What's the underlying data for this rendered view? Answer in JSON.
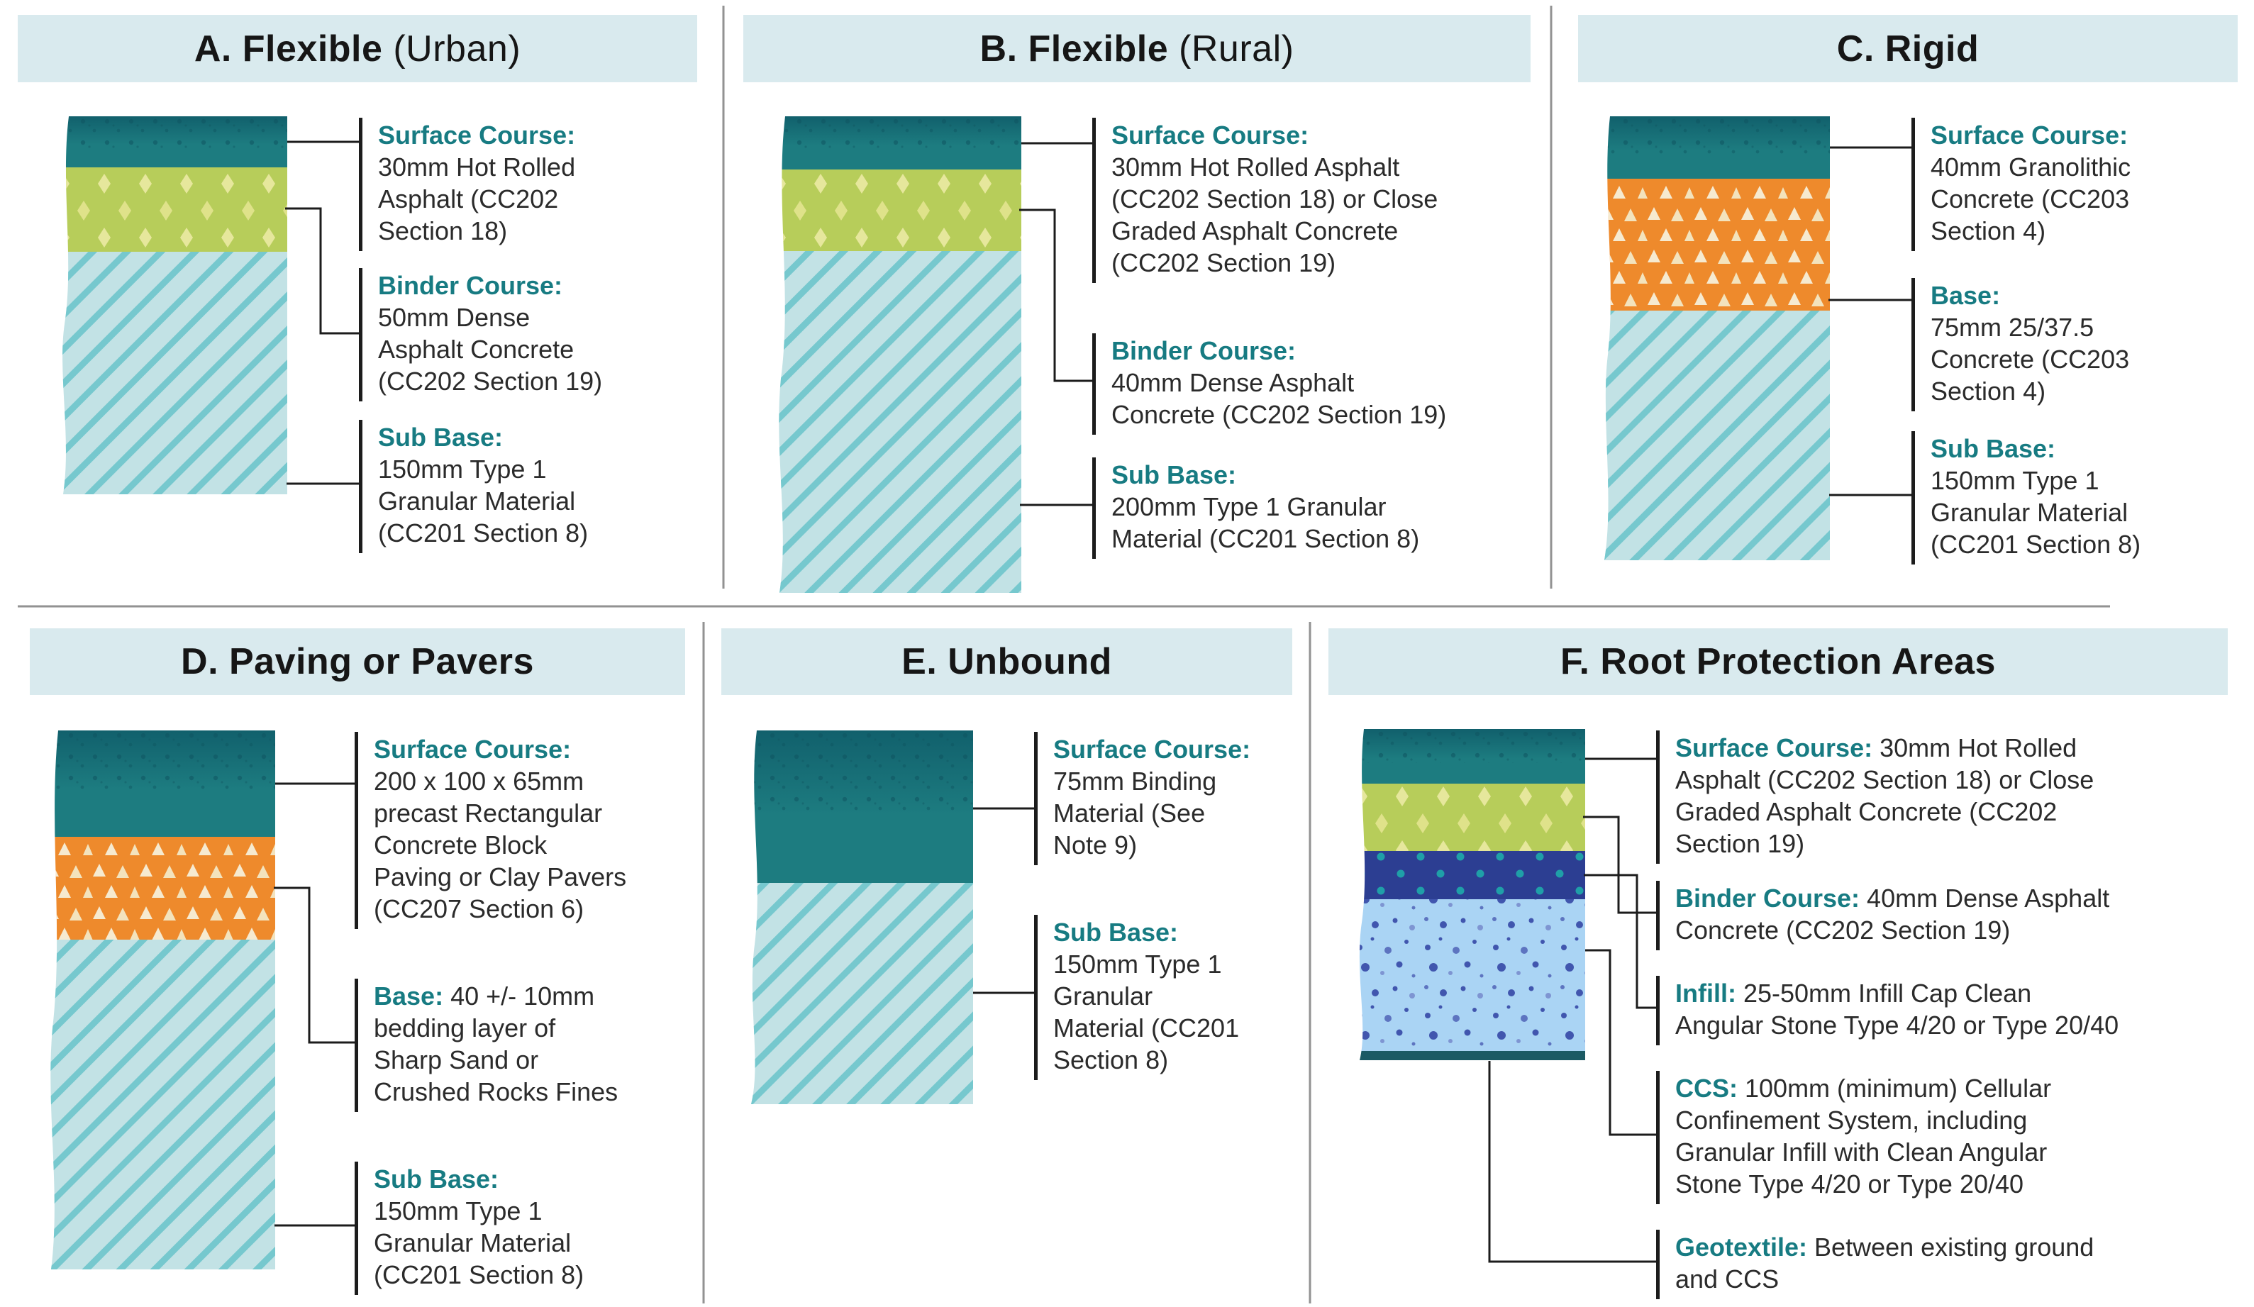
{
  "palette": {
    "header_bar": "#d9eaee",
    "heading_teal": "#177b82",
    "body_text": "#2b2b2b",
    "title_text": "#161616",
    "divider_gray": "#929292",
    "connector_black": "#1c1c1c",
    "layer_surface_teal": "#1d7c80",
    "layer_surface_teal_dark": "#11606c",
    "layer_binder_green": "#b7cd5a",
    "layer_binder_diamond": "#e6e79c",
    "layer_subbase_blue": "#c2e2e5",
    "layer_subbase_stripe": "#76c8ce",
    "layer_base_orange": "#ee8a2c",
    "layer_base_triangle": "#f6ead0",
    "layer_infill_navy": "#2c3e92",
    "layer_infill_dot": "#1f9fa8",
    "layer_ccs_blue": "#aad4f4",
    "layer_ccs_speckle": "#4156ae",
    "layer_geotextile_strip": "#1b5a64"
  },
  "panels": [
    {
      "id": "a",
      "title": {
        "bold": "A. Flexible",
        "light": " (Urban)"
      },
      "callouts": [
        {
          "heading": "Surface Course:",
          "text": "30mm Hot Rolled\nAsphalt (CC202\nSection 18)"
        },
        {
          "heading": "Binder Course:",
          "text": "50mm Dense\nAsphalt Concrete\n(CC202 Section 19)"
        },
        {
          "heading": "Sub Base:",
          "text": "150mm Type 1\nGranular Material\n(CC201 Section 8)"
        }
      ]
    },
    {
      "id": "b",
      "title": {
        "bold": "B. Flexible",
        "light": " (Rural)"
      },
      "callouts": [
        {
          "heading": "Surface Course:",
          "text": "30mm Hot Rolled Asphalt\n(CC202 Section 18) or Close\nGraded Asphalt Concrete\n(CC202 Section 19)"
        },
        {
          "heading": "Binder Course:",
          "text": "40mm Dense Asphalt\nConcrete (CC202 Section 19)"
        },
        {
          "heading": "Sub Base:",
          "text": "200mm Type 1 Granular\nMaterial (CC201 Section 8)"
        }
      ]
    },
    {
      "id": "c",
      "title": {
        "bold": "C. Rigid",
        "light": ""
      },
      "callouts": [
        {
          "heading": "Surface Course:",
          "text": "40mm Granolithic\nConcrete (CC203\nSection 4)"
        },
        {
          "heading": "Base:",
          "text": "75mm 25/37.5\nConcrete (CC203\nSection 4)"
        },
        {
          "heading": "Sub Base:",
          "text": "150mm Type 1\nGranular Material\n(CC201 Section 8)"
        }
      ]
    },
    {
      "id": "d",
      "title": {
        "bold": "D. Paving or Pavers",
        "light": ""
      },
      "callouts": [
        {
          "heading": "Surface Course:",
          "text": "200 x 100 x 65mm\nprecast Rectangular\nConcrete Block\nPaving or Clay Pavers\n(CC207 Section 6)"
        },
        {
          "heading": "Base:",
          "text": " 40 +/- 10mm\nbedding layer of\nSharp Sand or\nCrushed Rocks Fines"
        },
        {
          "heading": "Sub Base:",
          "text": "150mm Type 1\nGranular Material\n(CC201 Section 8)"
        }
      ]
    },
    {
      "id": "e",
      "title": {
        "bold": "E. Unbound",
        "light": ""
      },
      "callouts": [
        {
          "heading": "Surface Course:",
          "text": "75mm Binding\nMaterial (See\nNote 9)"
        },
        {
          "heading": "Sub Base:",
          "text": "150mm Type 1\nGranular\nMaterial (CC201\nSection 8)"
        }
      ]
    },
    {
      "id": "f",
      "title": {
        "bold": "F. Root Protection Areas",
        "light": ""
      },
      "callouts": [
        {
          "heading": "Surface Course:",
          "text": " 30mm Hot Rolled\nAsphalt (CC202 Section 18) or Close\nGraded Asphalt Concrete (CC202\nSection 19)"
        },
        {
          "heading": "Binder Course:",
          "text": " 40mm Dense Asphalt\nConcrete (CC202 Section 19)"
        },
        {
          "heading": "Infill:",
          "text": " 25-50mm Infill Cap Clean\nAngular Stone Type 4/20 or Type 20/40"
        },
        {
          "heading": "CCS:",
          "text": " 100mm (minimum) Cellular\nConfinement System, including\nGranular Infill with Clean Angular\nStone Type 4/20 or Type 20/40"
        },
        {
          "heading": "Geotextile:",
          "text": " Between existing ground\nand CCS"
        }
      ]
    }
  ]
}
